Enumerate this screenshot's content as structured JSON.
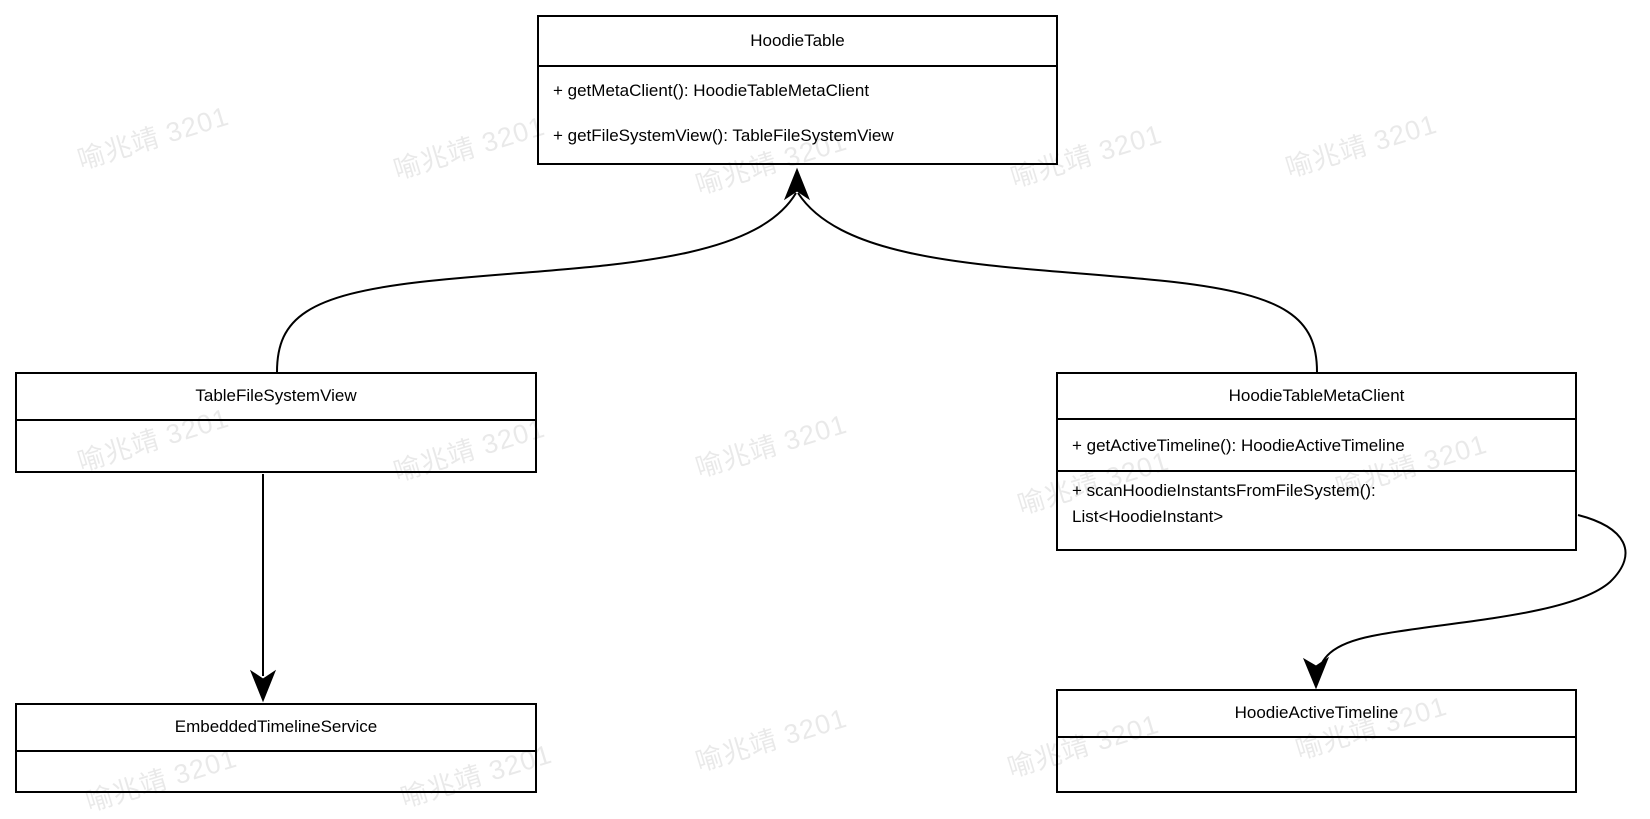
{
  "watermark": {
    "text": "喻兆靖 3201"
  },
  "colors": {
    "line": "#000000",
    "box_fill": "#ffffff",
    "box_border": "#000000",
    "watermark": "#e6e6e6"
  },
  "classes": [
    {
      "name": "HoodieTable",
      "methods": [
        "+ getMetaClient(): HoodieTableMetaClient",
        "+ getFileSystemView(): TableFileSystemView"
      ]
    },
    {
      "name": "TableFileSystemView",
      "methods": []
    },
    {
      "name": "HoodieTableMetaClient",
      "methods": [
        "+ getActiveTimeline(): HoodieActiveTimeline",
        "+ scanHoodieInstantsFromFileSystem(): List<HoodieInstant>"
      ]
    },
    {
      "name": "EmbeddedTimelineService",
      "methods": []
    },
    {
      "name": "HoodieActiveTimeline",
      "methods": []
    }
  ],
  "relationships": [
    {
      "from": "TableFileSystemView",
      "to": "HoodieTable",
      "style": "curved arrow into bottom of HoodieTable"
    },
    {
      "from": "HoodieTableMetaClient",
      "to": "HoodieTable",
      "style": "curved arrow into bottom of HoodieTable"
    },
    {
      "from": "TableFileSystemView",
      "to": "EmbeddedTimelineService",
      "style": "straight vertical arrow"
    },
    {
      "from": "HoodieTableMetaClient",
      "to": "HoodieActiveTimeline",
      "style": "s-curve arrow from right side into top"
    }
  ]
}
